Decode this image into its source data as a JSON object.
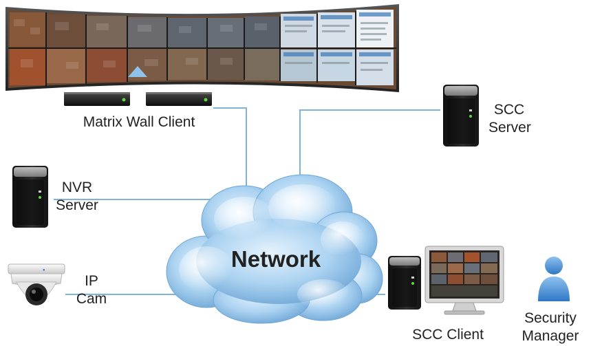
{
  "labels": {
    "matrix_wall_client": "Matrix Wall Client",
    "scc_server": [
      "SCC",
      "Server"
    ],
    "nvr_server": [
      "NVR",
      "Server"
    ],
    "network": "Network",
    "ip_cam": [
      "IP",
      "Cam"
    ],
    "scc_client": "SCC Client",
    "security_manager": [
      "Security",
      "Manager"
    ]
  },
  "colors": {
    "line": "#7fb3d9",
    "cloud_light": "#dbeefc",
    "cloud_mid": "#a9d1f0",
    "cloud_dark": "#6fa7d6",
    "server_dark": "#1c1c1c",
    "led_green": "#5cdc3a",
    "user_blue": "#4a90d9"
  },
  "icons": {
    "video_wall": "video-wall-icon",
    "decoder": "decoder-box-icon",
    "server": "server-tower-icon",
    "camera": "dome-camera-icon",
    "monitor": "monitor-icon",
    "user": "user-icon"
  }
}
